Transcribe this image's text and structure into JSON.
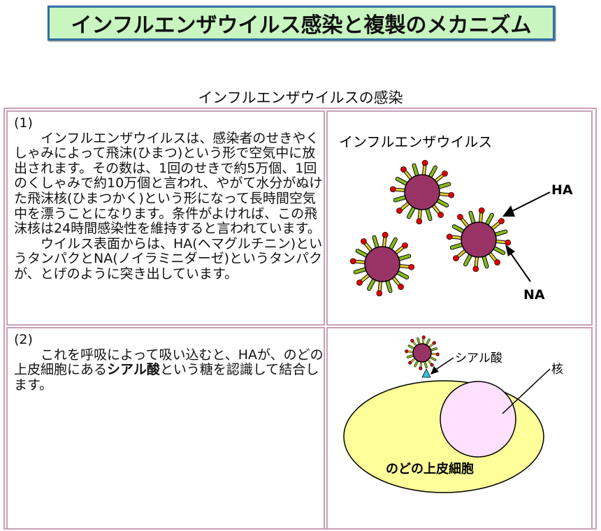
{
  "title": "インフルエンザウイルス感染と複製のメカニズム",
  "section_title": "インフルエンザウイルスの感染",
  "rows": [
    {
      "number": "(1)",
      "paragraph1": "インフルエンザウイルスは、感染者のせきやくしゃみによって飛沫(ひまつ)という形で空気中に放出されます。その数は、1回のせきで約5万個、1回のくしゃみで約10万個と言われ、やがて水分がぬけた飛沫核(ひまつかく)という形になって長時間空気中を漂うことになります。条件がよければ、この飛沫核は24時間感染性を維持すると言われています。",
      "paragraph2": "ウイルス表面からは、HA(ヘマグルチニン)というタンパクとNA(ノイラミニダーゼ)というタンパクが、とげのように突き出しています。",
      "figure": {
        "title": "インフルエンザウイルス",
        "label_ha": "HA",
        "label_na": "NA"
      }
    },
    {
      "number": "(2)",
      "text_before": "これを呼吸によって吸い込むと、HAが、のどの上皮細胞にある",
      "text_bold": "シアル酸",
      "text_after": "という糖を認識して結合します。",
      "figure": {
        "label_sialic": "シアル酸",
        "label_nucleus": "核",
        "label_cell": "のどの上皮細胞"
      }
    }
  ],
  "colors": {
    "virus": "#993366",
    "ha_stalk": "#e8d030",
    "ha_head": "#e00000",
    "na": "#88bb22",
    "cell": "#ffff99",
    "nucleus": "#ffe0ff",
    "receptor": "#33c0e0",
    "border": "#c8a0b8",
    "title_bg": "#c8f5c0",
    "title_border": "#2f6ea8"
  }
}
